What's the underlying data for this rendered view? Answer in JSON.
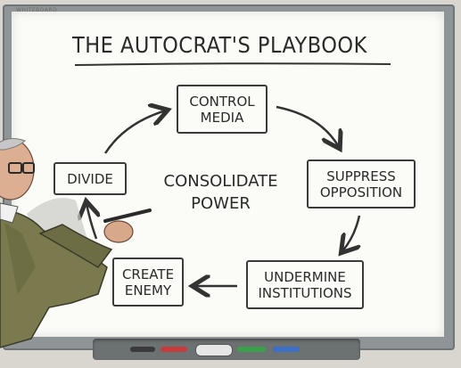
{
  "board": {
    "brand": "WHITEBOARD",
    "title": "THE AUTOCRAT'S PLAYBOOK",
    "center": "CONSOLIDATE\nPOWER",
    "steps": [
      {
        "label": "CONTROL\nMEDIA"
      },
      {
        "label": "SUPPRESS\nOPPOSITION"
      },
      {
        "label": "UNDERMINE\nINSTITUTIONS"
      },
      {
        "label": "CREATE\nENEMY"
      },
      {
        "label": "DIVIDE"
      }
    ]
  },
  "tray": {
    "markers": [
      "black",
      "red",
      "green",
      "blue"
    ],
    "colors": {
      "black": "#3a3a3a",
      "red": "#c83b3b",
      "green": "#3aa04a",
      "blue": "#3b6fc8"
    }
  },
  "illustration": {
    "figure": "presenter-man-with-glasses-pointing-pen"
  }
}
